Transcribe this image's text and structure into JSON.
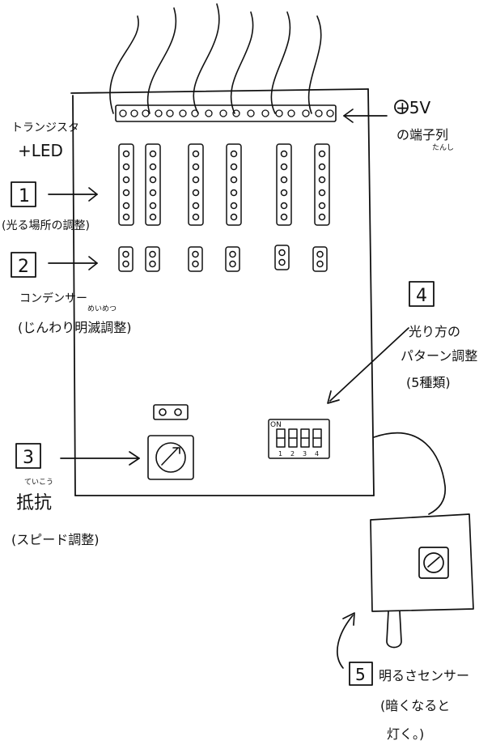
{
  "labels": {
    "transistor_led_1": "トランジスタ",
    "transistor_led_2": "+LED",
    "item1_num": "1",
    "item1_caption": "(光る場所の調整)",
    "item2_num": "2",
    "item2_caption_1": "コンデンサー",
    "item2_ruby": "めいめつ",
    "item2_caption_2": "(じんわり明滅調整)",
    "item3_num": "3",
    "item3_ruby": "ていこう",
    "item3_caption_1": "抵抗",
    "item3_caption_2": "(スピード調整)",
    "item4_num": "4",
    "item4_caption_1": "光り方の",
    "item4_caption_2": "パターン調整",
    "item4_caption_3": "(5種類)",
    "terminal_1": "+5V",
    "terminal_ruby_1": "たんし",
    "terminal_2": "の端子列",
    "item5_num": "5",
    "item5_caption_1": "明るさセンサー",
    "item5_caption_2": "(暗くなると",
    "item5_caption_3": "灯く。)",
    "dip_label": "ON",
    "dip_numbers": [
      "1",
      "2",
      "3",
      "4"
    ]
  }
}
